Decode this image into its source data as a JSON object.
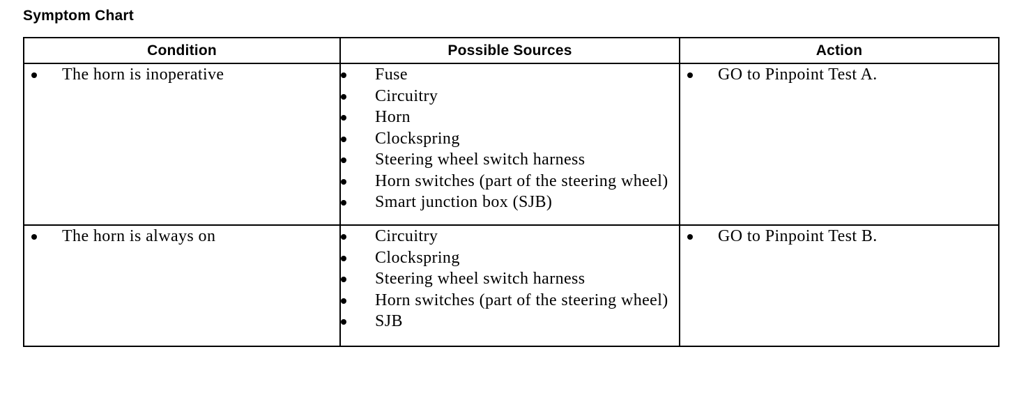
{
  "document": {
    "title": "Symptom Chart"
  },
  "table": {
    "headers": [
      "Condition",
      "Possible Sources",
      "Action"
    ],
    "rows": [
      {
        "condition": [
          "The horn is inoperative"
        ],
        "possible_sources": [
          "Fuse",
          "Circuitry",
          "Horn",
          "Clockspring",
          "Steering wheel switch harness",
          "Horn switches (part of the steering wheel)",
          "Smart junction box (SJB)"
        ],
        "action": [
          "GO to Pinpoint Test A."
        ]
      },
      {
        "condition": [
          "The horn is always on"
        ],
        "possible_sources": [
          "Circuitry",
          "Clockspring",
          "Steering wheel switch harness",
          "Horn switches (part of the steering wheel)",
          "SJB"
        ],
        "action": [
          "GO to Pinpoint Test B."
        ]
      }
    ]
  },
  "colors": {
    "text": "#000000",
    "background": "#ffffff",
    "border": "#000000"
  }
}
